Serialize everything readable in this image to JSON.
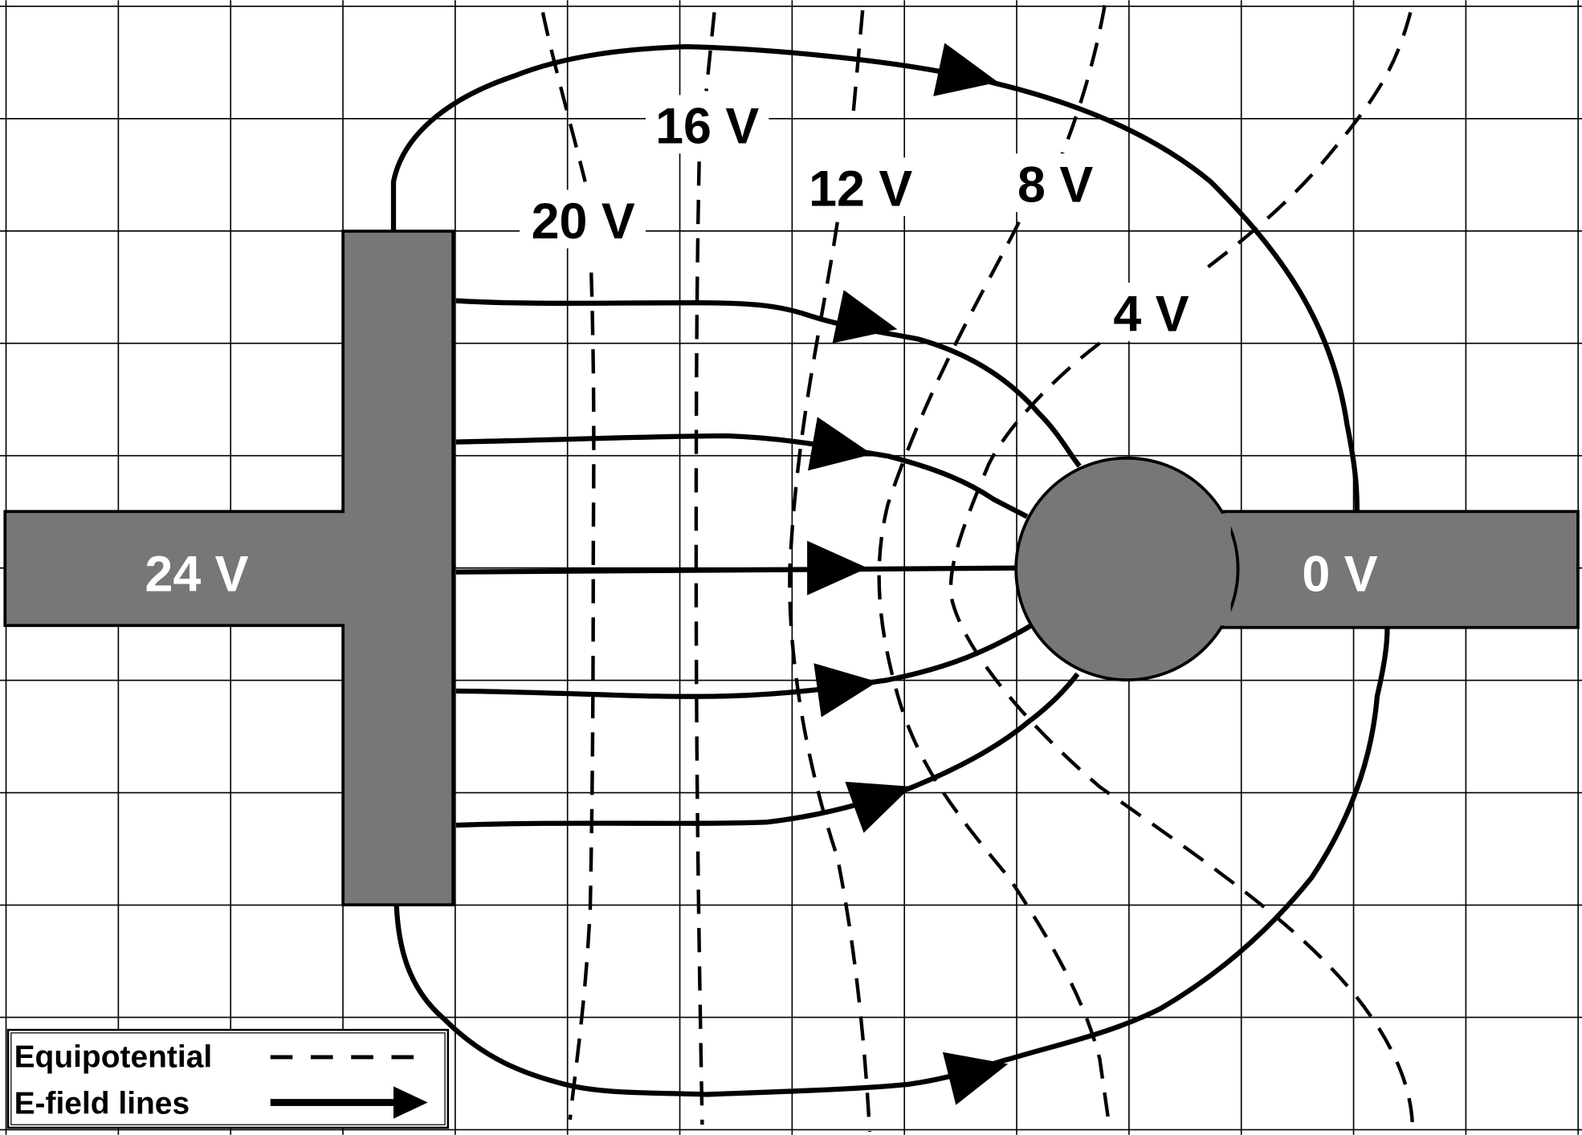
{
  "electrodes": {
    "left_label": "24 V",
    "right_label": "0 V",
    "fill": "#777777"
  },
  "equipotentials": [
    {
      "label": "20 V"
    },
    {
      "label": "16 V"
    },
    {
      "label": "12 V"
    },
    {
      "label": "8 V"
    },
    {
      "label": "4 V"
    }
  ],
  "legend": {
    "equipotential": "Equipotential",
    "field_lines": "E-field lines"
  }
}
